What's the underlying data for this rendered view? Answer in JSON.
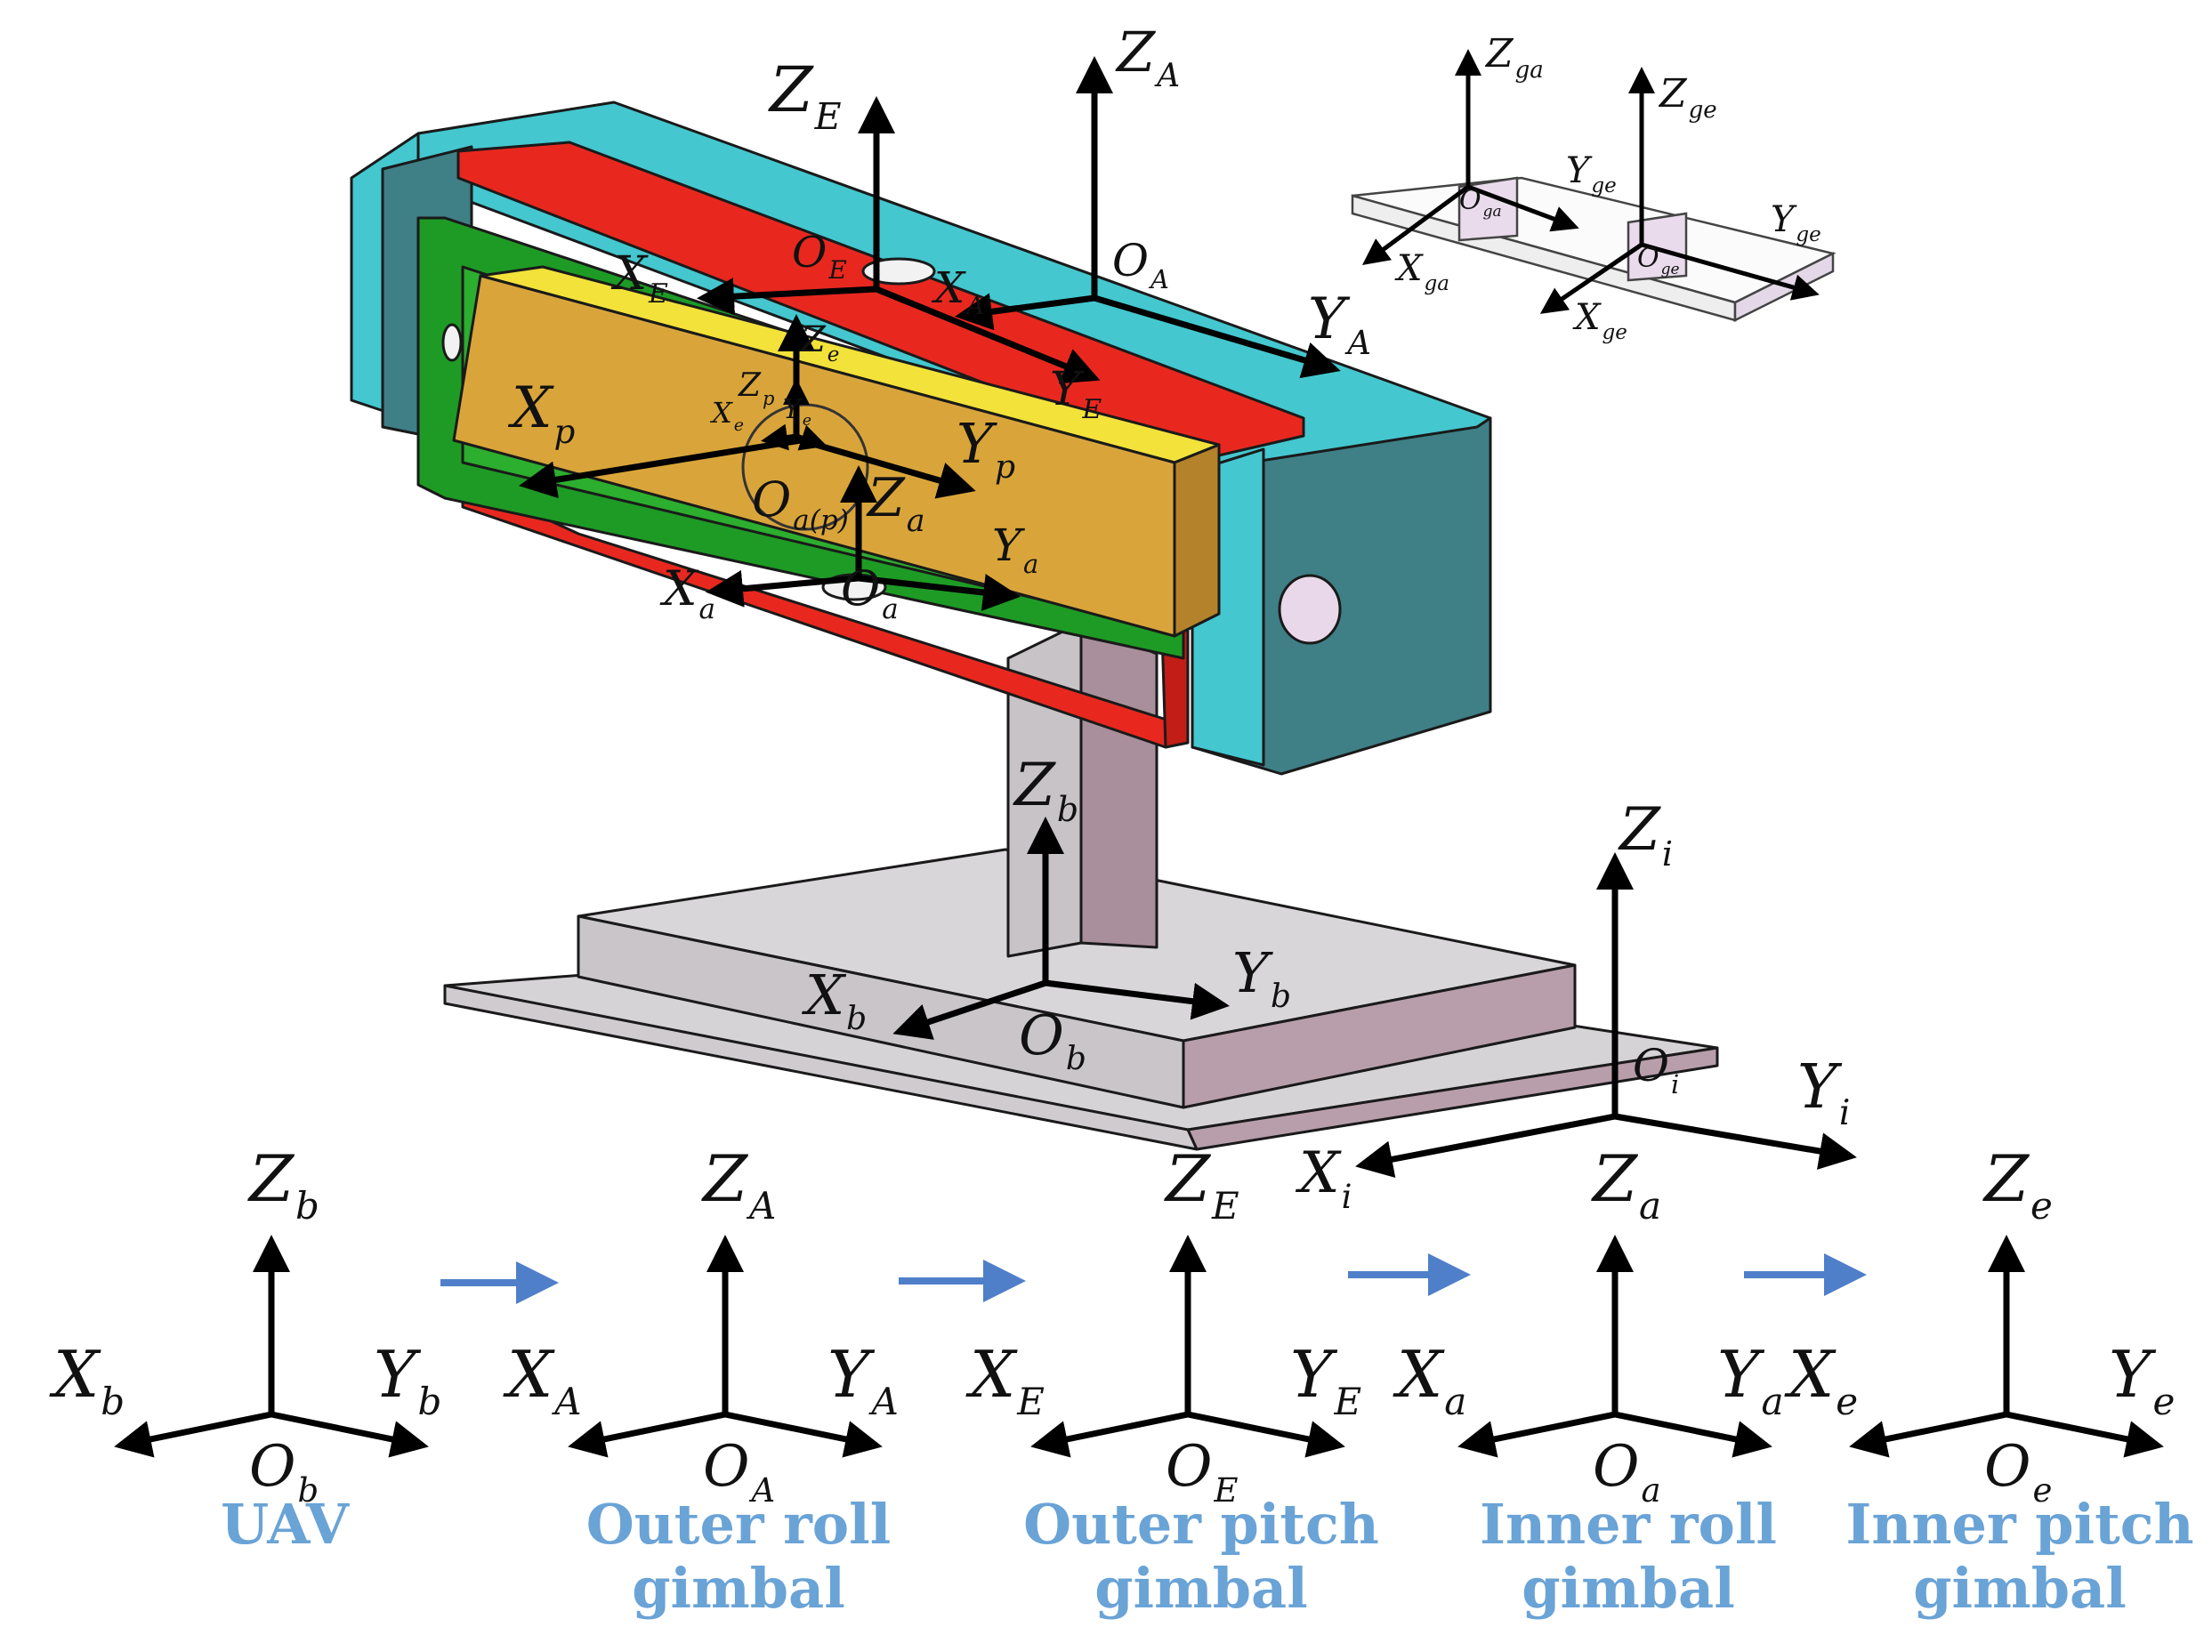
{
  "colors": {
    "cyan_frame": "#44c7cf",
    "teal_panel": "#3f7f86",
    "red_gimbal": "#e8281f",
    "green_gimbal": "#1e9b25",
    "gold_payload": "#d9a53a",
    "yellow_edge": "#f2e23a",
    "grey_block": "#c7c3c7",
    "mauve_block": "#b79eaa",
    "arrow_blue": "#4f7fc9",
    "caption_blue": "#6aa3d6"
  },
  "model_labels": {
    "ZE": {
      "m": "Z",
      "s": "E"
    },
    "ZA": {
      "m": "Z",
      "s": "A"
    },
    "OE": {
      "m": "O",
      "s": "E"
    },
    "OA": {
      "m": "O",
      "s": "A"
    },
    "XE": {
      "m": "X",
      "s": "E"
    },
    "XA": {
      "m": "X",
      "s": "A"
    },
    "YA": {
      "m": "Y",
      "s": "A"
    },
    "YE": {
      "m": "Y",
      "s": "E"
    },
    "Ze": {
      "m": "Z",
      "s": "e"
    },
    "Zp": {
      "m": "Z",
      "s": "p"
    },
    "Xe": {
      "m": "X",
      "s": "e"
    },
    "Ye": {
      "m": "Y",
      "s": "e"
    },
    "Xp": {
      "m": "X",
      "s": "p"
    },
    "Yp": {
      "m": "Y",
      "s": "p"
    },
    "Oap": {
      "m": "O",
      "s": "a(p)"
    },
    "Za": {
      "m": "Z",
      "s": "a"
    },
    "Ya": {
      "m": "Y",
      "s": "a"
    },
    "Xa": {
      "m": "X",
      "s": "a"
    },
    "Oa": {
      "m": "O",
      "s": "a"
    },
    "Zb": {
      "m": "Z",
      "s": "b"
    },
    "Xb": {
      "m": "X",
      "s": "b"
    },
    "Yb": {
      "m": "Y",
      "s": "b"
    },
    "Ob": {
      "m": "O",
      "s": "b"
    },
    "Zi": {
      "m": "Z",
      "s": "i"
    },
    "Xi": {
      "m": "X",
      "s": "i"
    },
    "Yi": {
      "m": "Y",
      "s": "i"
    },
    "Oi": {
      "m": "O",
      "s": "i"
    }
  },
  "inset_labels": {
    "Zga": {
      "m": "Z",
      "s": "ga"
    },
    "Zge": {
      "m": "Z",
      "s": "ge"
    },
    "Yge1": {
      "m": "Y",
      "s": "ge"
    },
    "Yge2": {
      "m": "Y",
      "s": "ge"
    },
    "Oga": {
      "m": "O",
      "s": "ga"
    },
    "Oge": {
      "m": "O",
      "s": "ge"
    },
    "Xga": {
      "m": "X",
      "s": "ga"
    },
    "Xge": {
      "m": "X",
      "s": "ge"
    }
  },
  "chain": [
    {
      "Z": {
        "m": "Z",
        "s": "b"
      },
      "X": {
        "m": "X",
        "s": "b"
      },
      "Y": {
        "m": "Y",
        "s": "b"
      },
      "O": {
        "m": "O",
        "s": "b"
      },
      "caption": [
        "UAV"
      ]
    },
    {
      "Z": {
        "m": "Z",
        "s": "A"
      },
      "X": {
        "m": "X",
        "s": "A"
      },
      "Y": {
        "m": "Y",
        "s": "A"
      },
      "O": {
        "m": "O",
        "s": "A"
      },
      "caption": [
        "Outer roll",
        "gimbal"
      ]
    },
    {
      "Z": {
        "m": "Z",
        "s": "E"
      },
      "X": {
        "m": "X",
        "s": "E"
      },
      "Y": {
        "m": "Y",
        "s": "E"
      },
      "O": {
        "m": "O",
        "s": "E"
      },
      "caption": [
        "Outer pitch",
        "gimbal"
      ]
    },
    {
      "Z": {
        "m": "Z",
        "s": "a"
      },
      "X": {
        "m": "X",
        "s": "a"
      },
      "Y": {
        "m": "Y",
        "s": "a"
      },
      "O": {
        "m": "O",
        "s": "a"
      },
      "caption": [
        "Inner roll",
        "gimbal"
      ]
    },
    {
      "Z": {
        "m": "Z",
        "s": "e"
      },
      "X": {
        "m": "X",
        "s": "e"
      },
      "Y": {
        "m": "Y",
        "s": "e"
      },
      "O": {
        "m": "O",
        "s": "e"
      },
      "caption": [
        "Inner pitch",
        "gimbal"
      ]
    }
  ]
}
